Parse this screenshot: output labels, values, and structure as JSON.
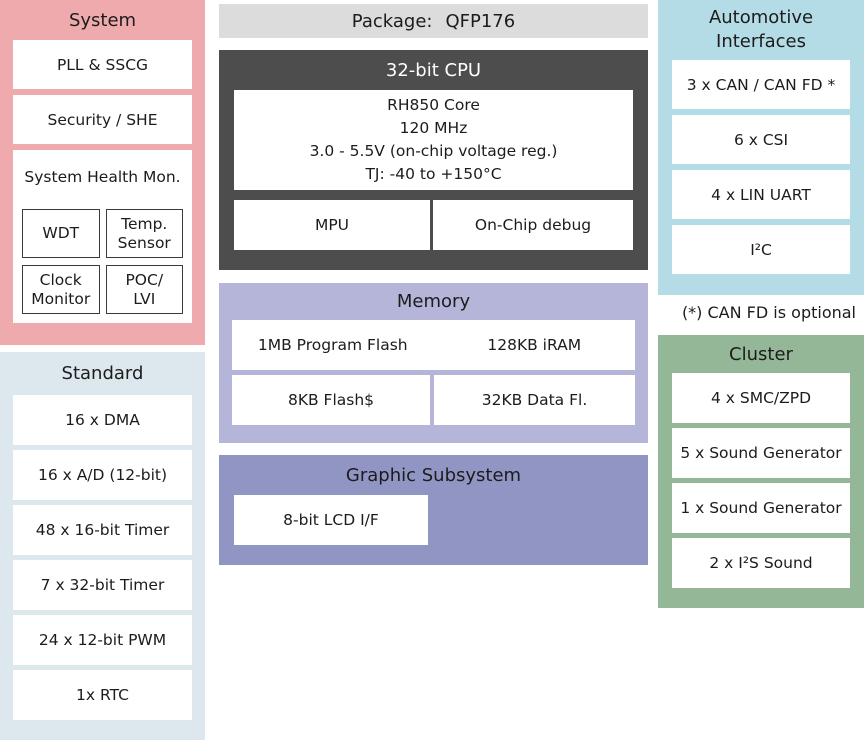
{
  "colors": {
    "system_bg": "#efaaad",
    "standard_bg": "#dce7ee",
    "package_bg": "#dcdcdc",
    "cpu_bg": "#4d4d4d",
    "cpu_title_text": "#ffffff",
    "memory_bg": "#b5b5d9",
    "graphic_bg": "#9095c4",
    "automotive_bg": "#b4dce7",
    "cluster_bg": "#94b797",
    "box_bg": "#ffffff",
    "text": "#1c1c1c",
    "inner_border": "#3a3a3a"
  },
  "left": {
    "system": {
      "title": "System",
      "items": [
        "PLL & SSCG",
        "Security / SHE"
      ],
      "health": {
        "title": "System Health Mon.",
        "cells": [
          "WDT",
          "Temp.\nSensor",
          "Clock\nMonitor",
          "POC/\nLVI"
        ]
      }
    },
    "standard": {
      "title": "Standard",
      "items": [
        "16 x DMA",
        "16 x A/D (12-bit)",
        "48 x 16-bit Timer",
        "7 x 32-bit Timer",
        "24 x 12-bit PWM",
        "1x RTC"
      ]
    }
  },
  "middle": {
    "package": {
      "label": "Package:",
      "value": "QFP176"
    },
    "cpu": {
      "title": "32-bit CPU",
      "core_info": "RH850 Core\n120 MHz\n3.0 - 5.5V (on-chip voltage reg.)\nTJ: -40 to +150°C",
      "mpu": "MPU",
      "debug": "On-Chip debug"
    },
    "memory": {
      "title": "Memory",
      "row1": [
        "1MB Program Flash",
        "128KB iRAM"
      ],
      "row2": [
        "8KB Flash$",
        "32KB Data Fl."
      ]
    },
    "graphic": {
      "title": "Graphic Subsystem",
      "lcd": "8-bit LCD I/F"
    }
  },
  "right": {
    "automotive": {
      "title": "Automotive\nInterfaces",
      "items": [
        "3 x CAN / CAN FD *",
        "6 x CSI",
        "4 x LIN UART",
        "I²C"
      ]
    },
    "footnote": "(*) CAN FD is optional",
    "cluster": {
      "title": "Cluster",
      "items": [
        "4 x SMC/ZPD",
        "5 x Sound Generator",
        "1 x Sound Generator",
        "2 x I²S Sound"
      ]
    }
  }
}
